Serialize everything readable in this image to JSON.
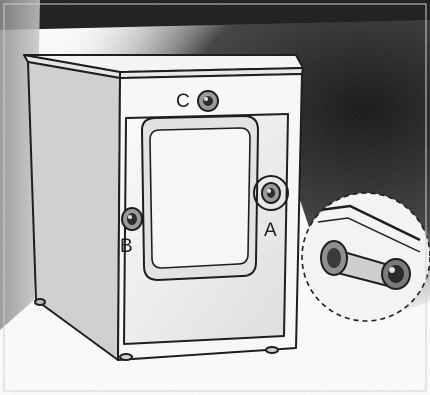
{
  "labels": {
    "a": "A",
    "b": "B",
    "c": "C"
  },
  "colors": {
    "line": "#1e1e1e",
    "shadow": "#2a2a2a",
    "paper": "#ffffff",
    "window_fill": "#f2f2f2"
  },
  "icons": {
    "knob_a": "round-knob-icon",
    "knob_b": "round-knob-icon",
    "knob_c": "round-knob-icon",
    "zoom_detail": "magnified-knob-detail-icon"
  }
}
